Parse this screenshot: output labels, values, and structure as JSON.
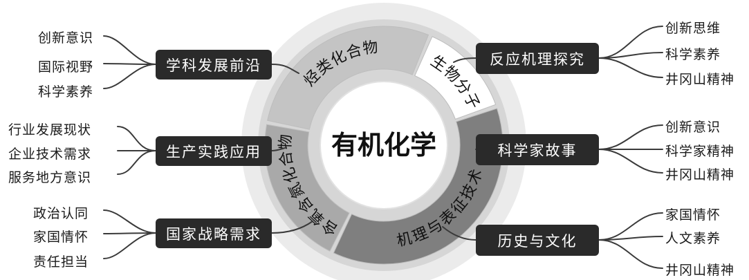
{
  "center": {
    "title": "有机化学"
  },
  "ring_segments": [
    {
      "label": "烃类化合物",
      "shade": "#c4c4c4"
    },
    {
      "label": "生物分子",
      "shade": "#ffffff"
    },
    {
      "label": "机理与表征技术",
      "shade": "#7f7f7f"
    },
    {
      "label": "含氧含氮化合物",
      "shade": "#a9a9a9"
    }
  ],
  "branches": [
    {
      "label": "学科发展前沿",
      "leaves": [
        "创新意识",
        "国际视野",
        "科学素养"
      ]
    },
    {
      "label": "生产实践应用",
      "leaves": [
        "行业发展现状",
        "企业技术需求",
        "服务地方意识"
      ]
    },
    {
      "label": "国家战略需求",
      "leaves": [
        "政治认同",
        "家国情怀",
        "责任担当"
      ]
    },
    {
      "label": "反应机理探究",
      "leaves": [
        "创新思维",
        "科学素养",
        "井冈山精神"
      ]
    },
    {
      "label": "科学家故事",
      "leaves": [
        "创新意识",
        "科学家精神",
        "井冈山精神"
      ]
    },
    {
      "label": "历史与文化",
      "leaves": [
        "家国情怀",
        "人文素养",
        "井冈山精神"
      ]
    }
  ],
  "colors": {
    "outer_halo": "#ebebeb",
    "outer_ring": "#d6d6d6",
    "box_fill": "#2a2a2a",
    "line": "#3a3a3a"
  }
}
